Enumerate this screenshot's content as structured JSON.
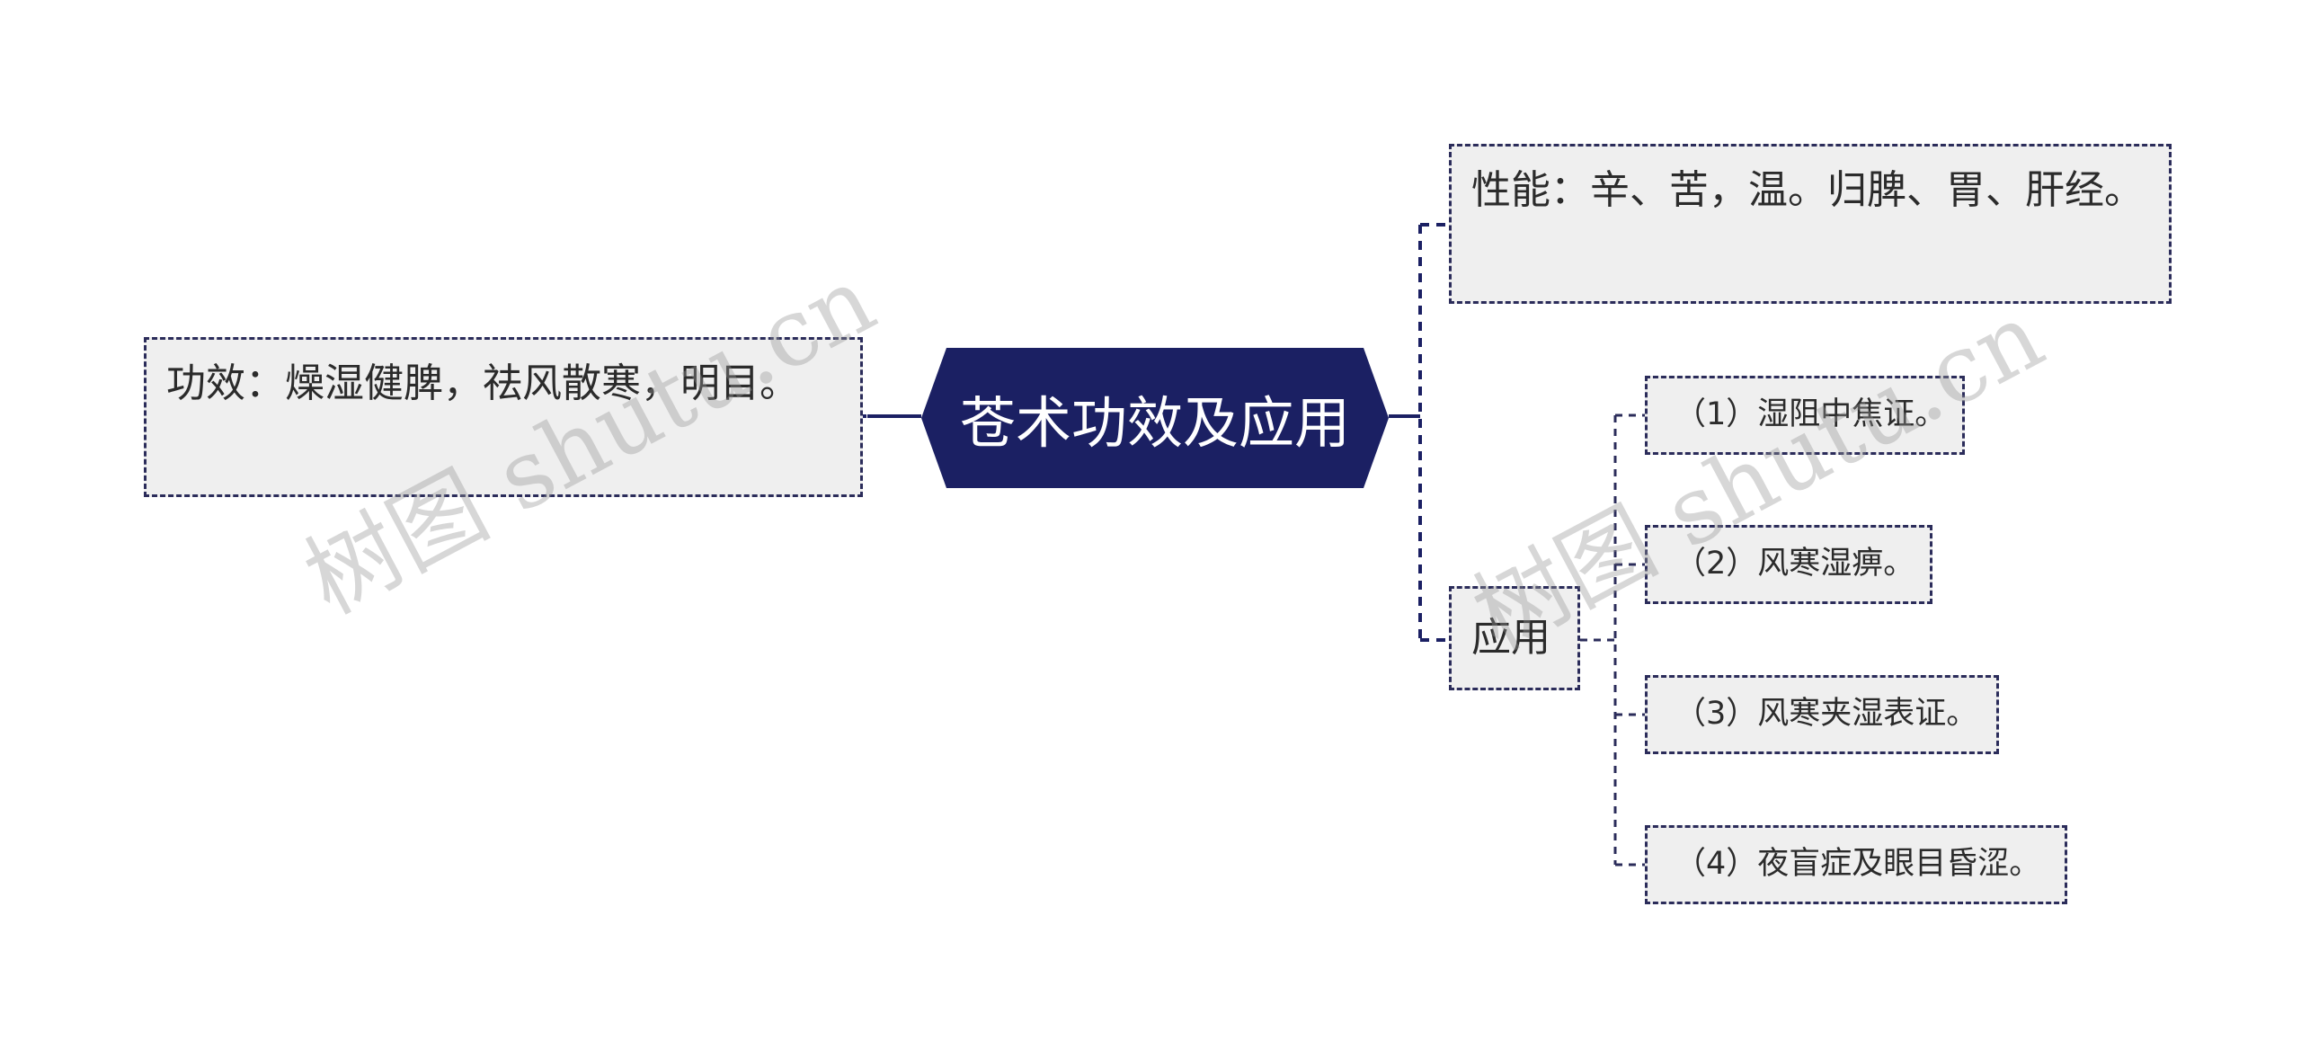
{
  "root": {
    "label": "苍术功效及应用"
  },
  "left_node": {
    "label": "功效：燥湿健脾，祛风散寒，明目。"
  },
  "right_nodes": {
    "properties": {
      "label": "性能：辛、苦，温。归脾、胃、肝经。"
    },
    "application": {
      "label": "应用",
      "children": [
        {
          "label": "（1）湿阻中焦证。"
        },
        {
          "label": "（2）风寒湿痹。"
        },
        {
          "label": "（3）风寒夹湿表证。"
        },
        {
          "label": "（4）夜盲症及眼目昏涩。"
        }
      ]
    }
  },
  "watermark": {
    "text": "树图 shutu.cn"
  },
  "colors": {
    "root_fill": "#1b2063",
    "connector": "#1b2063",
    "node_fill": "#efefef",
    "node_border": "#2b2c5a",
    "text": "#2b2b2b"
  }
}
